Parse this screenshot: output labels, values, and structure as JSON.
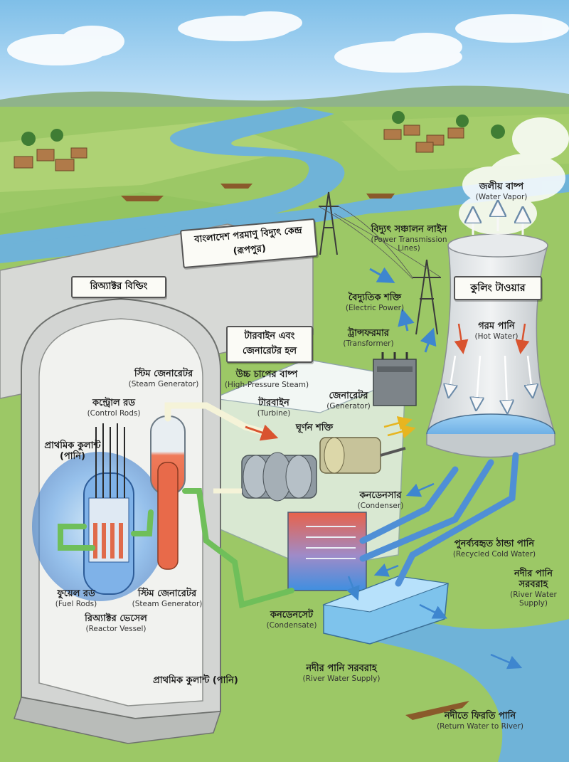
{
  "signs": {
    "plant": "বাংলাদেশ পরমাণু বিদ্যুৎ কেন্দ্র (রূপপুর)",
    "reactor_building": "রিঅ্যাক্টর বিল্ডিং",
    "turbine_hall_line1": "টারবাইন এবং",
    "turbine_hall_line2": "জেনারেটর হল",
    "cooling_tower": "কুলিং টাওয়ার"
  },
  "labels": {
    "water_vapor": {
      "bn": "জলীয় বাষ্প",
      "en": "(Water Vapor)"
    },
    "power_lines": {
      "bn": "বিদ্যুৎ সঞ্চালন লাইন",
      "en": "(Power Transmission Lines)"
    },
    "electric_power": {
      "bn": "বৈদ্যুতিক শক্তি",
      "en": "(Electric Power)"
    },
    "transformer": {
      "bn": "ট্রান্সফরমার",
      "en": "(Transformer)"
    },
    "hot_water": {
      "bn": "গরম পানি",
      "en": "(Hot Water)"
    },
    "steam_gen_top": {
      "bn": "স্টিম জেনারেটর",
      "en": "(Steam Generator)"
    },
    "control_rods": {
      "bn": "কন্ট্রোল রড",
      "en": "(Control Rods)"
    },
    "primary_coolant": {
      "bn": "প্রাথমিক কুলান্ট (পানি)",
      "en": ""
    },
    "hp_steam": {
      "bn": "উচ্চ চাপের বাষ্প",
      "en": "(High-Pressure Steam)"
    },
    "turbine": {
      "bn": "টারবাইন",
      "en": "(Turbine)"
    },
    "generator": {
      "bn": "জেনারেটর",
      "en": "(Generator)"
    },
    "rotational_power": {
      "bn": "ঘূর্ণন শক্তি",
      "en": ""
    },
    "condenser": {
      "bn": "কনডেনসার",
      "en": "(Condenser)"
    },
    "recycled_water": {
      "bn": "পুনর্ব্যবহৃত ঠান্ডা পানি",
      "en": "(Recycled Cold Water)"
    },
    "river_supply_right": {
      "bn": "নদীর পানি সরবরাহ",
      "en": "(River Water Supply)"
    },
    "fuel_rods": {
      "bn": "ফুয়েল রড",
      "en": "(Fuel Rods)"
    },
    "steam_gen_bottom": {
      "bn": "স্টিম জেনারেটর",
      "en": "(Steam Generator)"
    },
    "reactor_vessel": {
      "bn": "রিঅ্যাক্টর ভেসেল",
      "en": "(Reactor Vessel)"
    },
    "condensate": {
      "bn": "কনডেনসেট",
      "en": "(Condensate)"
    },
    "river_supply_bottom": {
      "bn": "নদীর পানি সরবরাহ",
      "en": "(River Water Supply)"
    },
    "primary_coolant_bottom": {
      "bn": "প্রাথমিক কুলান্ট (পানি)",
      "en": ""
    },
    "return_water": {
      "bn": "নদীতে ফিরতি পানি",
      "en": "(Return Water to River)"
    }
  },
  "colors": {
    "sky": "#bfe0f4",
    "field": "#9cc866",
    "river": "#6fb3d8",
    "concrete": "#d7d9d6",
    "hot_pipe": "#e06a4a",
    "cool_pipe": "#4f8fd6",
    "steam_pipe": "#f5f3d8",
    "green_pipe": "#6fbf5a",
    "reactor_glow": "#5aa8f0"
  }
}
